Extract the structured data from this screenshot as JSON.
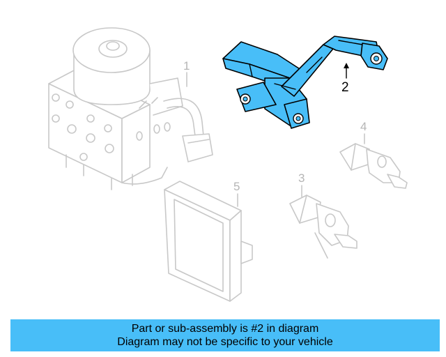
{
  "banner": {
    "line1": "Part or sub-assembly is #2 in diagram",
    "line2": "Diagram may not be specific to your vehicle",
    "color": "#48bef8"
  },
  "callouts": {
    "c1": "1",
    "c2": "2",
    "c3": "3",
    "c4": "4",
    "c5": "5"
  },
  "highlight_color": "#48bef8"
}
